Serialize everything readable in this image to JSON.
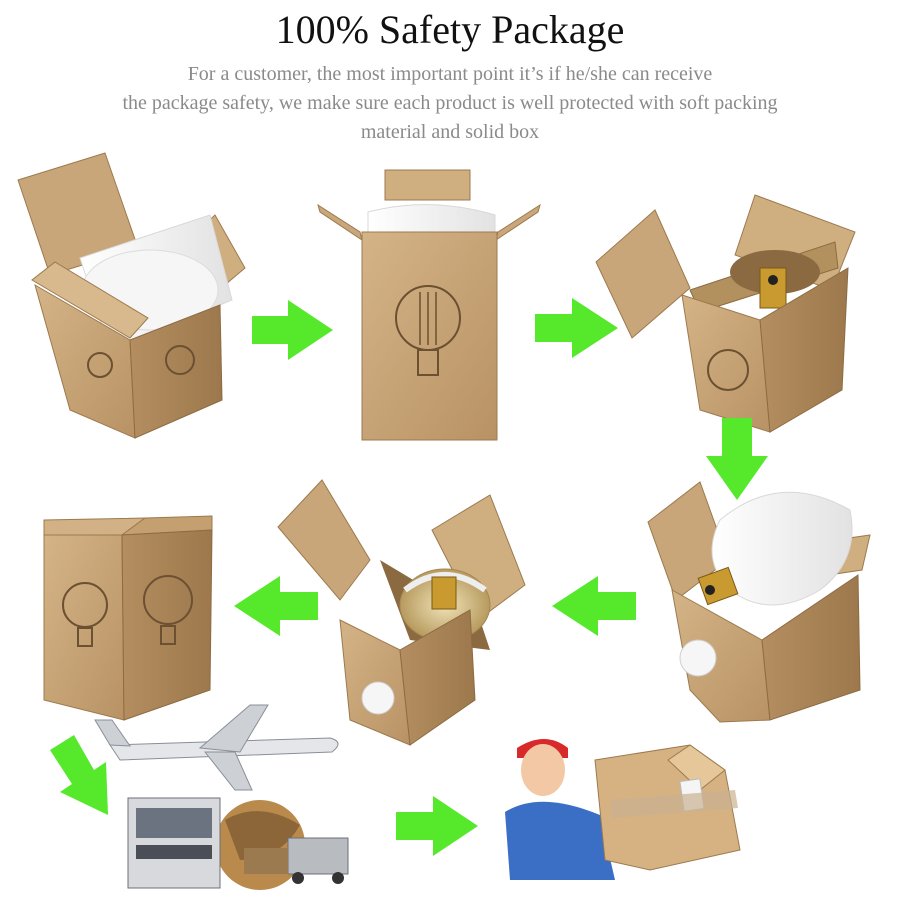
{
  "header": {
    "title": "100% Safety Package",
    "subtitle_lines": [
      "For a customer, the most important point it’s if he/she can receive",
      "the package safety, we make sure each product is well protected with soft packing",
      "material and solid box"
    ]
  },
  "colors": {
    "arrow_green": "#55e82b",
    "cardboard": "#c9a77a",
    "cardboard_dark": "#a88559",
    "foam": "#f4f4f4"
  },
  "steps": [
    {
      "name": "box-with-foam-open",
      "icon": "open-box-icon"
    },
    {
      "name": "box-foam-top",
      "icon": "open-box-icon"
    },
    {
      "name": "box-with-bulb-socket",
      "icon": "open-box-icon"
    },
    {
      "name": "bulb-wrapped-in-foam",
      "icon": "foam-bulb-icon"
    },
    {
      "name": "bulb-in-box",
      "icon": "open-box-icon"
    },
    {
      "name": "closed-box",
      "icon": "closed-box-icon"
    },
    {
      "name": "shipping-transport",
      "icon": "airplane-truck-icon"
    },
    {
      "name": "delivery-man",
      "icon": "delivery-person-icon"
    }
  ]
}
